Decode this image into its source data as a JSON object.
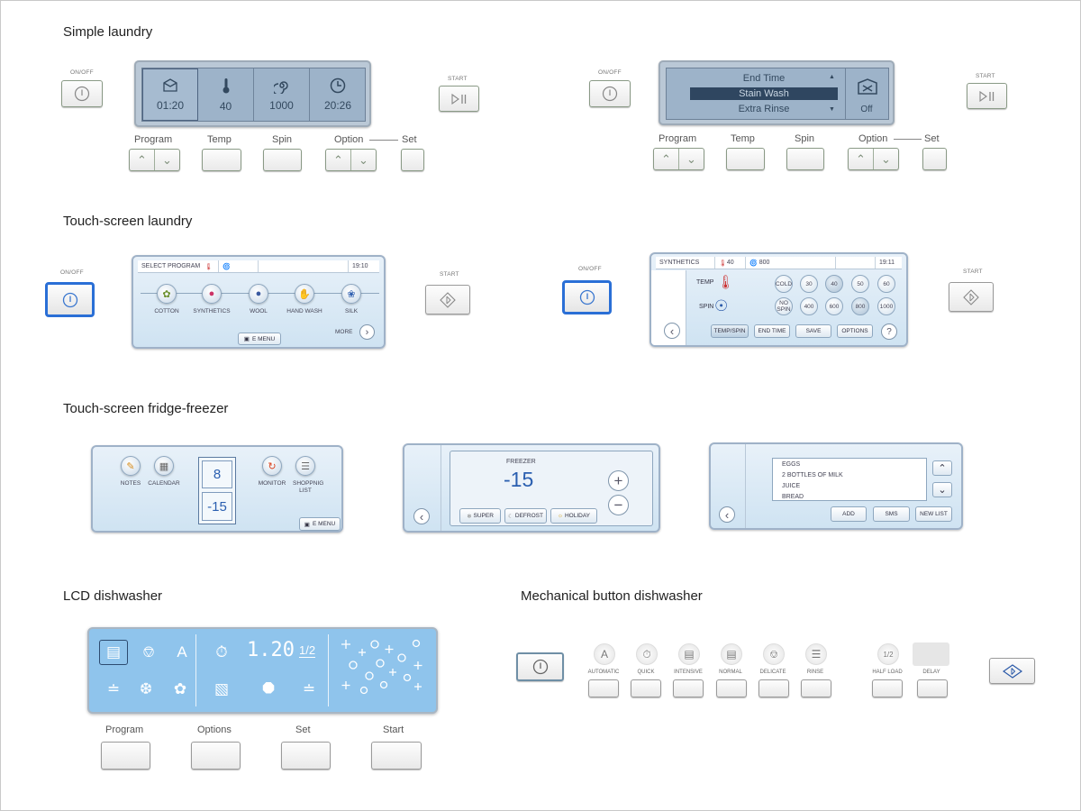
{
  "sections": {
    "simple": "Simple laundry",
    "touch": "Touch-screen laundry",
    "fridge": "Touch-screen fridge-freezer",
    "lcd_dw": "LCD dishwasher",
    "mech_dw": "Mechanical button dishwasher"
  },
  "common": {
    "on_off": "ON/OFF",
    "start": "START"
  },
  "simple1": {
    "values": [
      "01:20",
      "40",
      "1000",
      "20:26"
    ],
    "labels": {
      "program": "Program",
      "temp": "Temp",
      "spin": "Spin",
      "option": "Option",
      "set": "Set"
    }
  },
  "simple2": {
    "menu": [
      "End Time",
      "Stain Wash",
      "Extra Rinse"
    ],
    "status": "Off"
  },
  "touch1": {
    "header": "SELECT PROGRAM",
    "time": "19:10",
    "programs": [
      "COTTON",
      "SYNTHETICS",
      "WOOL",
      "HAND WASH",
      "SILK"
    ],
    "emenu": "E MENU",
    "more": "MORE"
  },
  "touch2": {
    "header": "SYNTHETICS",
    "temp": "40",
    "spin": "800",
    "time": "19:11",
    "temp_label": "TEMP",
    "spin_label": "SPIN",
    "temp_options": [
      "COLD",
      "30",
      "40",
      "50",
      "60"
    ],
    "spin_options": [
      "NO SPIN",
      "400",
      "600",
      "800",
      "1000"
    ],
    "buttons": [
      "TEMP/SPIN",
      "END TIME",
      "SAVE",
      "OPTIONS"
    ],
    "help": "?"
  },
  "fridge1": {
    "notes": "NOTES",
    "calendar": "CALENDAR",
    "fridge_temp": "8",
    "freezer_temp": "-15",
    "monitor": "MONITOR",
    "shopping": "SHOPPNIG LIST",
    "emenu": "E MENU"
  },
  "fridge2": {
    "title": "FREEZER",
    "temp": "-15",
    "buttons": [
      "SUPER",
      "DEFROST",
      "HOLIDAY"
    ]
  },
  "fridge3": {
    "items": [
      "EGGS",
      "2 BOTTLES OF MILK",
      "JUICE",
      "BREAD"
    ],
    "buttons": [
      "ADD",
      "SMS",
      "NEW LIST"
    ]
  },
  "lcd_dw": {
    "time": "1.20",
    "half": "1/2",
    "auto": "A",
    "labels": [
      "Program",
      "Options",
      "Set",
      "Start"
    ]
  },
  "mech_dw": {
    "programs": [
      "AUTOMATIC",
      "QUICK",
      "INTENSIVE",
      "NORMAL",
      "DELICATE",
      "RINSE"
    ],
    "half_load": "HALF LOAD",
    "delay": "DELAY",
    "auto_icon": "A",
    "half_icon": "1/2"
  }
}
